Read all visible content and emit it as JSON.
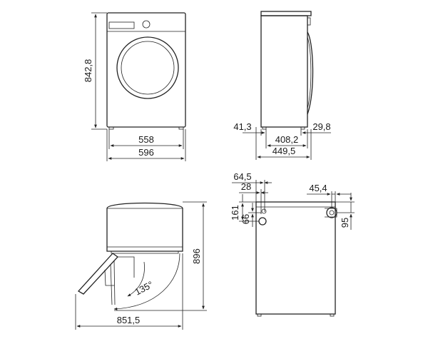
{
  "views": {
    "front": {
      "height_label": "842,8",
      "inner_width_label": "558",
      "outer_width_label": "596"
    },
    "side": {
      "front_offset_label": "41,3",
      "rear_offset_label": "29,8",
      "inner_depth_label": "408,2",
      "total_depth_label": "449,5"
    },
    "top": {
      "door_open_angle_label": "135°",
      "total_depth_door_open_label": "851,5",
      "total_width_label": "896"
    },
    "rear": {
      "offset_a_label": "64,5",
      "offset_b_label": "28",
      "offset_c_label": "45,4",
      "height_a_label": "161",
      "height_b_label": "66",
      "height_c_label": "95"
    }
  }
}
